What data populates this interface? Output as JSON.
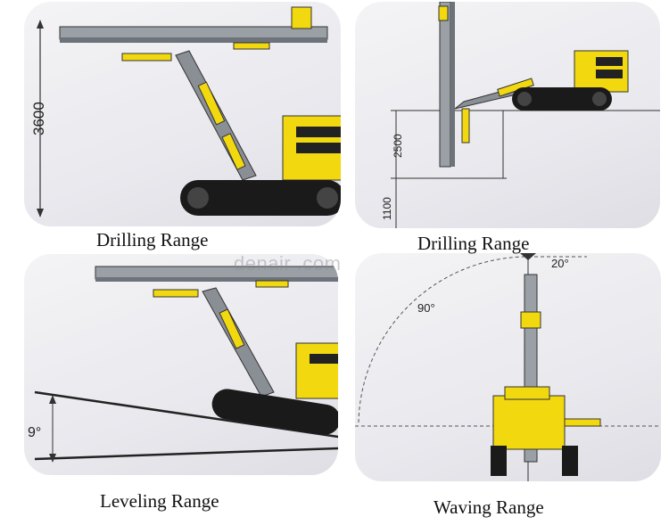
{
  "panels": [
    {
      "caption": "Drilling Range",
      "dimension": "3600"
    },
    {
      "caption": "Drilling  Range",
      "dimension_upper": "2500",
      "dimension_lower": "1100"
    },
    {
      "caption": "Leveling Range",
      "angle": "9°"
    },
    {
      "caption": "Waving Range",
      "angle_left": "90°",
      "angle_right": "20°"
    }
  ],
  "watermark": "denair .com",
  "colors": {
    "machine_yellow": "#f2d80f",
    "track_black": "#1a1a1a",
    "boom_grey": "#8a8f96"
  }
}
